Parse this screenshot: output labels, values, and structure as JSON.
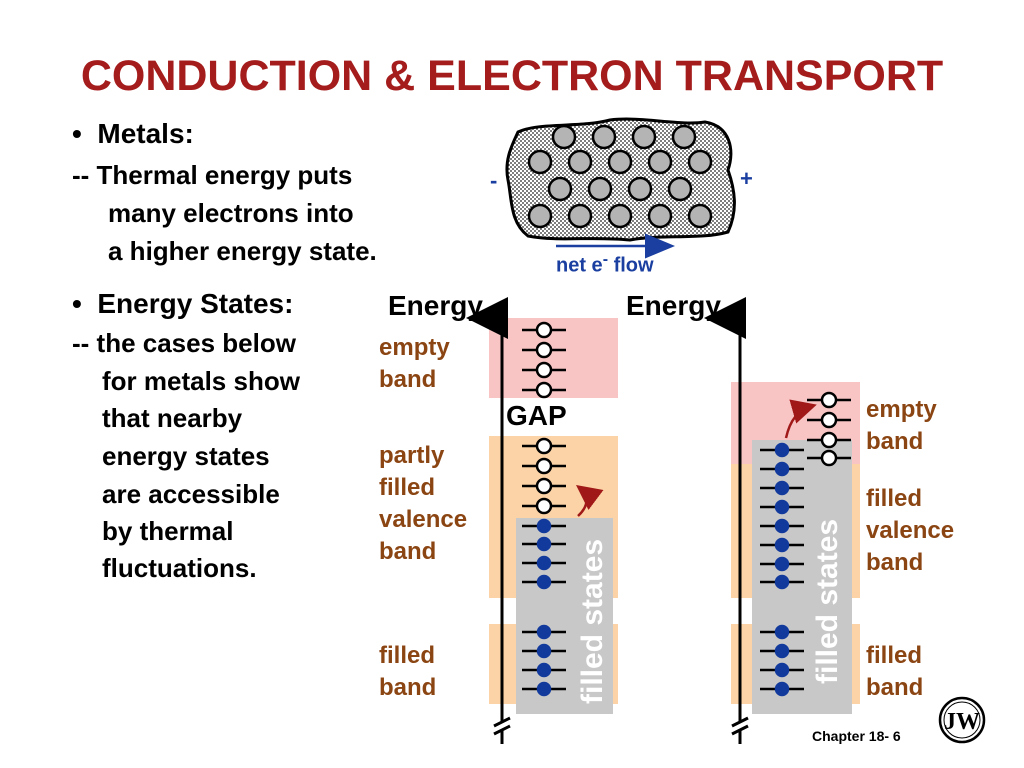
{
  "title": "CONDUCTION & ELECTRON TRANSPORT",
  "metals": {
    "bullet": "•",
    "heading": "Metals:",
    "lines": [
      "-- Thermal energy puts",
      "many electrons into",
      "a higher energy state."
    ]
  },
  "energy_states": {
    "bullet": "•",
    "heading": "Energy States:",
    "lines": [
      "-- the cases below",
      "for metals show",
      "that nearby",
      "energy states",
      "are accessible",
      "by thermal",
      "fluctuations."
    ]
  },
  "conductor": {
    "minus": "-",
    "plus": "+",
    "flow_label": "net e",
    "flow_sup": "-",
    "flow_suffix": " flow"
  },
  "left_diagram": {
    "axis_label": "Energy",
    "gap_label": "GAP",
    "labels": [
      "empty",
      "band",
      "partly",
      "filled",
      "valence",
      "band",
      "filled",
      "band"
    ],
    "filled_states": "filled states"
  },
  "right_diagram": {
    "axis_label": "Energy",
    "labels": [
      "empty",
      "band",
      "filled",
      "valence",
      "band",
      "filled",
      "band"
    ],
    "filled_states": "filled states"
  },
  "footer": {
    "chapter": "Chapter 18- 6",
    "logo": "JW"
  },
  "colors": {
    "title": "#a51c1c",
    "empty_band": "#f8c4c4",
    "valence_band": "#fbd3a6",
    "filled_states": "#c8c8c8",
    "electron": "#123a9c",
    "label": "#8b4513",
    "arrow": "#a01818"
  }
}
